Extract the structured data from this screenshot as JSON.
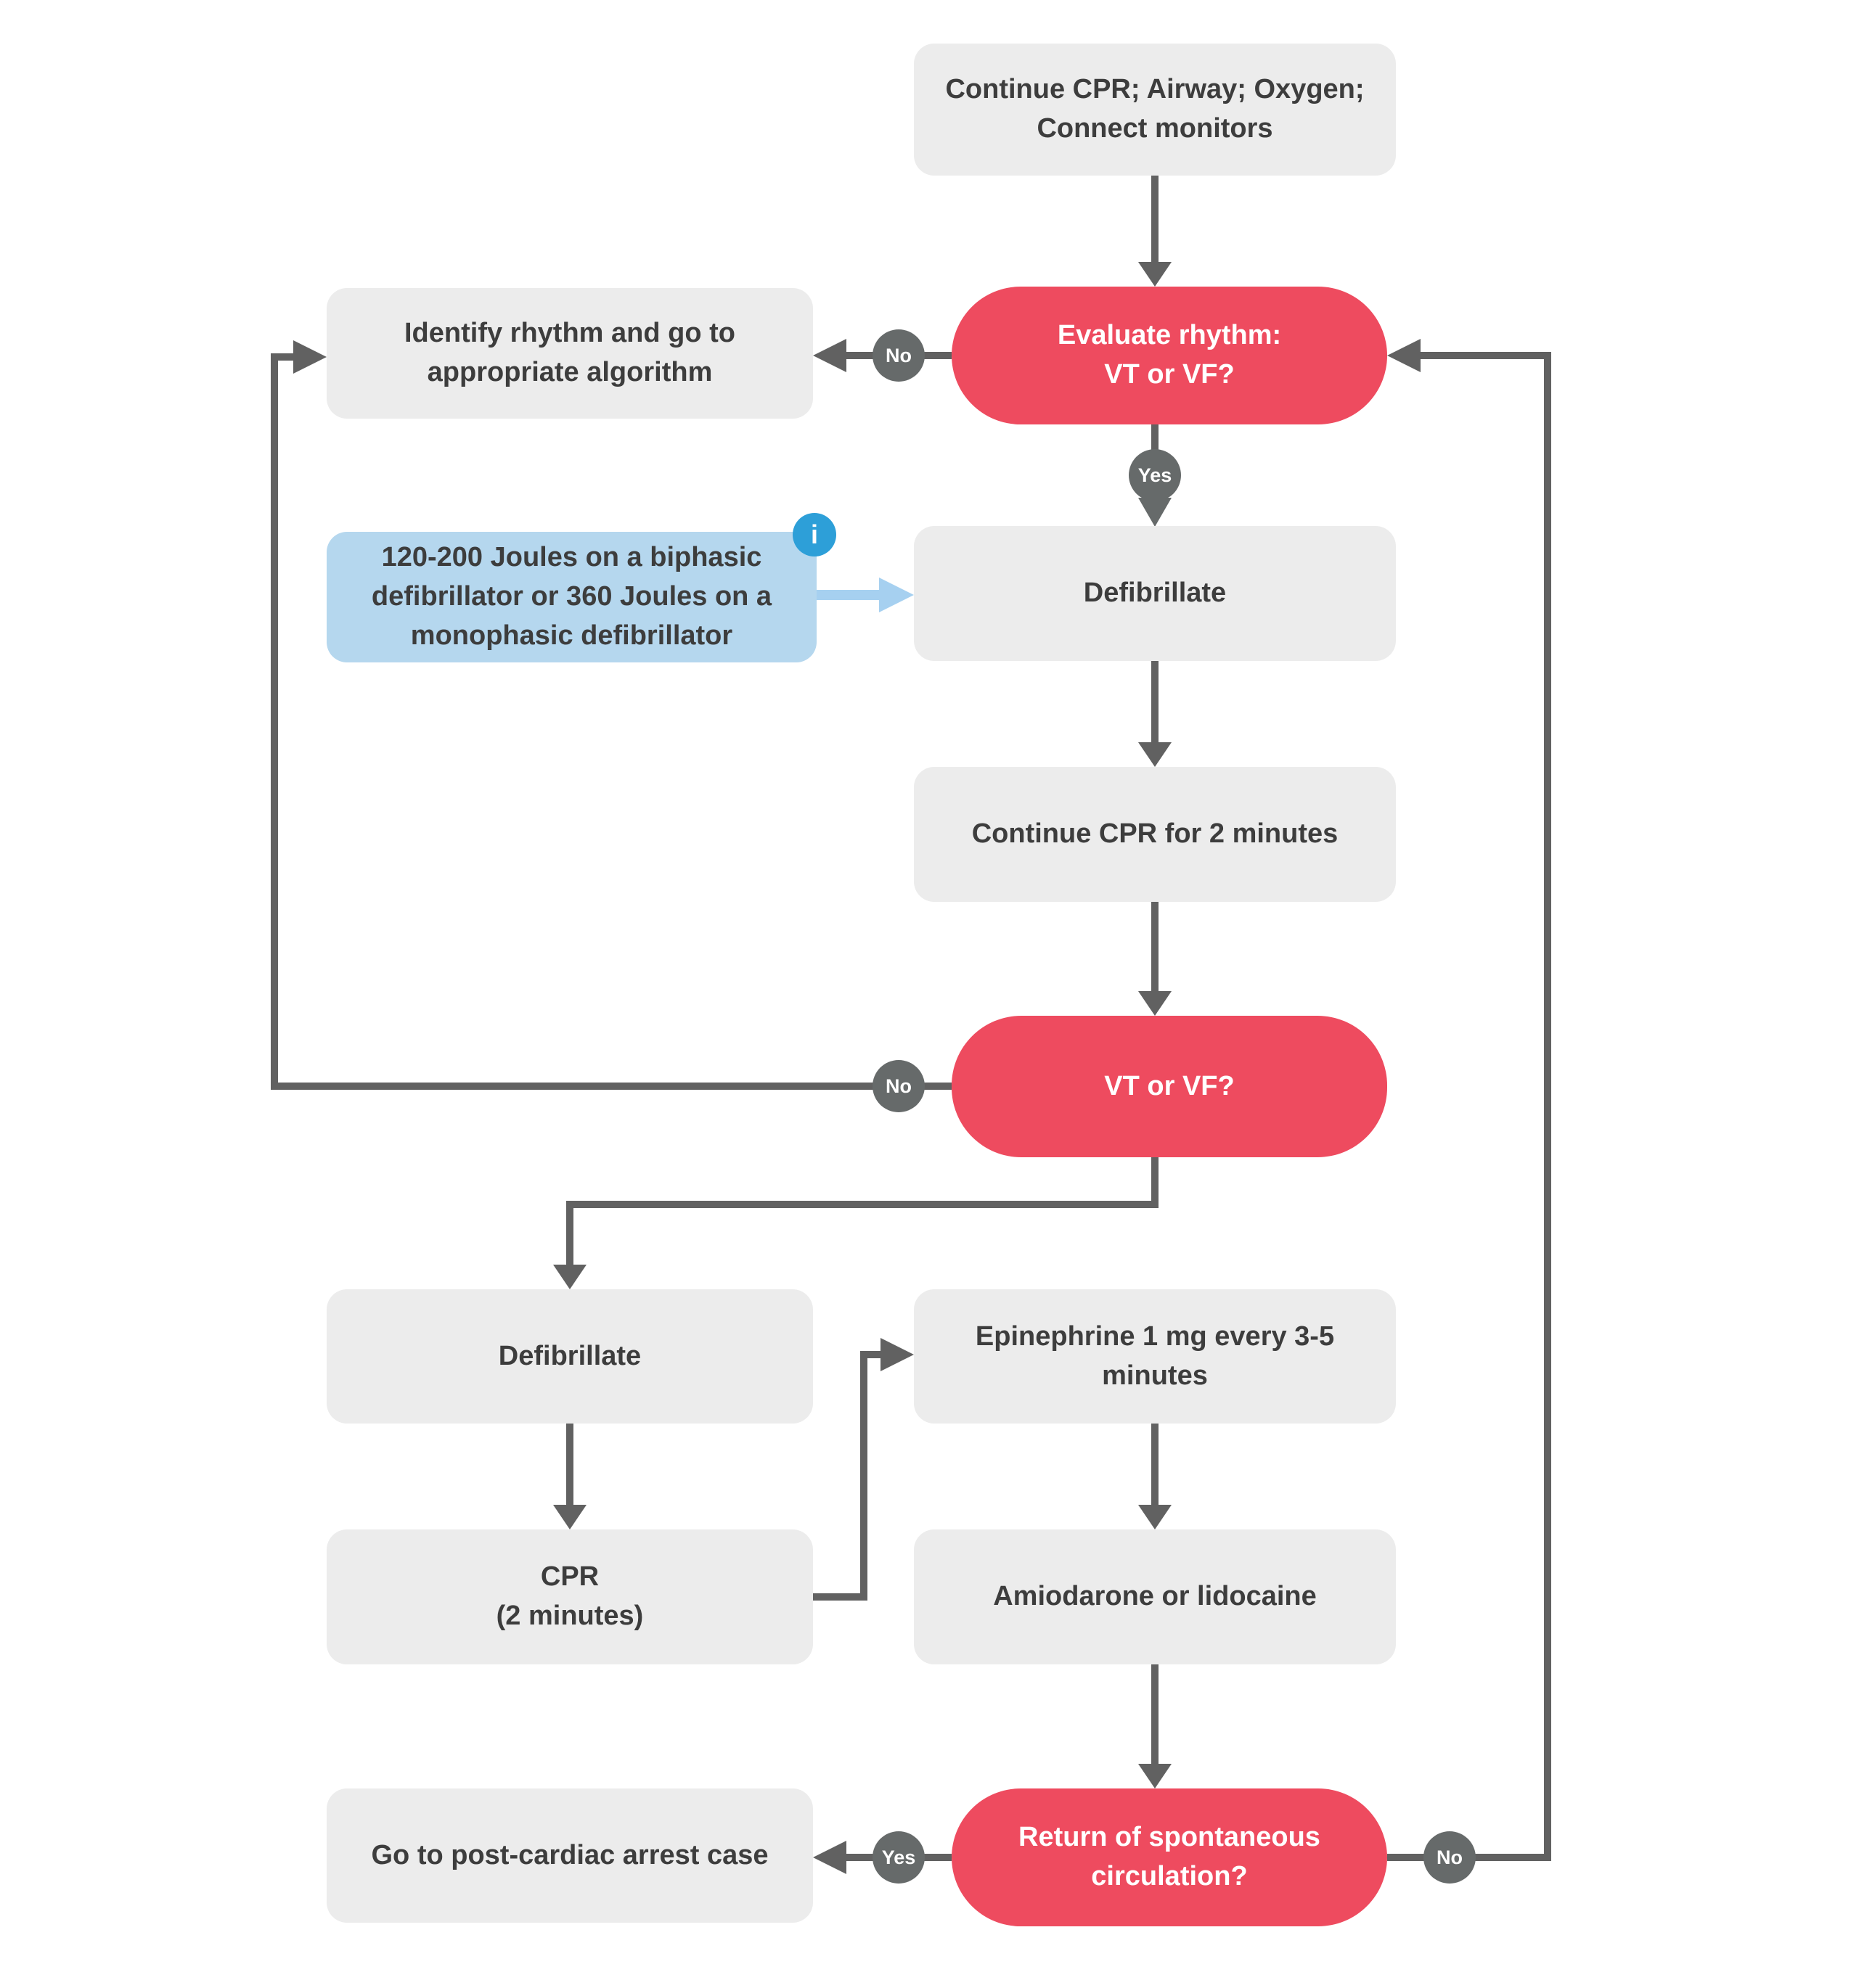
{
  "palette": {
    "background": "#ffffff",
    "box_gray": "#ececec",
    "pill_red": "#ee4b5f",
    "note_blue": "#b5d7ee",
    "note_arrow_blue": "#a6d0f0",
    "info_icon_blue": "#2d9fd8",
    "connector_gray": "#616161",
    "label_circle_gray": "#666a6a",
    "text_dark": "#3d3d3d",
    "text_white": "#ffffff"
  },
  "nodes": {
    "start": {
      "text": "Continue CPR; Airway; Oxygen; Connect monitors"
    },
    "identify": {
      "text": "Identify rhythm and go to appropriate algorithm"
    },
    "evaluate": {
      "line1": "Evaluate rhythm:",
      "line2": "VT or VF?"
    },
    "joules_note": {
      "text": "120-200 Joules on a biphasic defibrillator or 360 Joules on a monophasic defibrillator"
    },
    "defibrillate1": {
      "text": "Defibrillate"
    },
    "continue_cpr": {
      "text": "Continue CPR for 2 minutes"
    },
    "vt_vf": {
      "text": "VT or VF?"
    },
    "defibrillate2": {
      "text": "Defibrillate"
    },
    "epinephrine": {
      "text": "Epinephrine 1 mg every 3-5 minutes"
    },
    "cpr_2min": {
      "line1": "CPR",
      "line2": "(2 minutes)"
    },
    "amiodarone": {
      "text": "Amiodarone or lidocaine"
    },
    "rosc": {
      "line1": "Return of spontaneous",
      "line2": "circulation?"
    },
    "post_arrest": {
      "text": "Go to post-cardiac arrest case"
    }
  },
  "labels": {
    "yes": "Yes",
    "no": "No",
    "info": "i"
  }
}
